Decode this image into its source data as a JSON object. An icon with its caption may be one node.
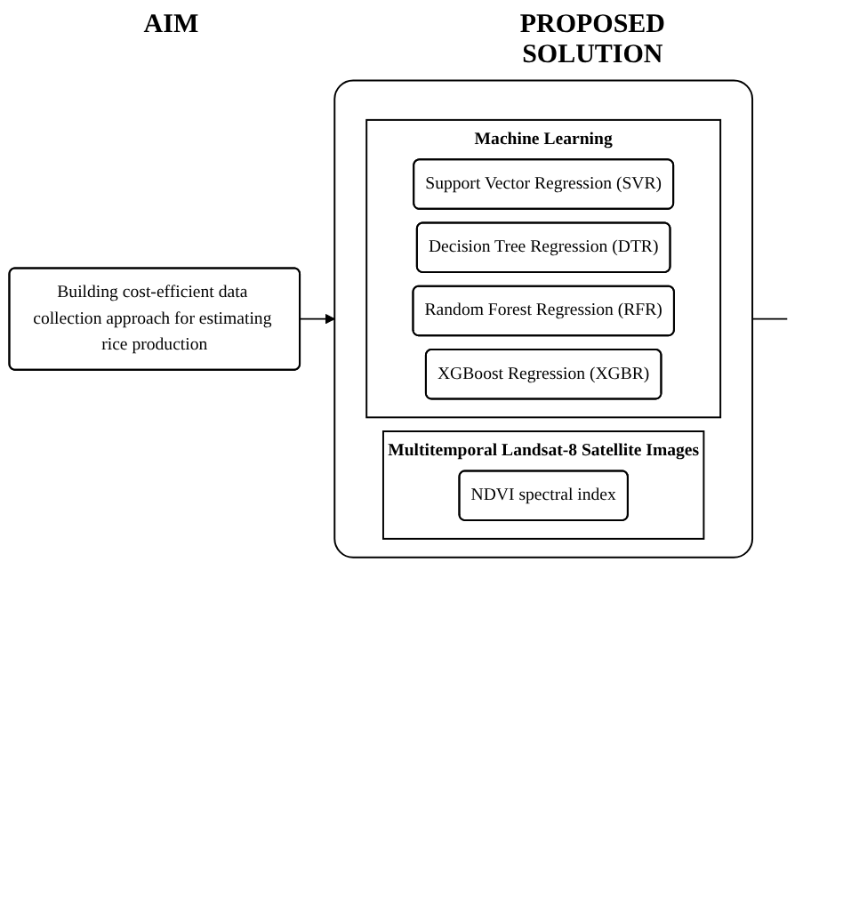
{
  "diagram": {
    "nodes": [
      {
        "text": [
          "Building cost-efficient data collection approach for estimating rice production"
        ]
      },
      {
        "text": [],
        "shape": "box"
      },
      {
        "text": [
          "Multitemporal Landsat-8 Satellite Images"
        ],
        "in": 1
      },
      {
        "text": [
          "NDVI spectral index"
        ],
        "in": 2
      },
      {
        "text": [
          "Machine Learning"
        ],
        "in": 1
      },
      {
        "text": [
          "Support Vector Regression (SVR)"
        ],
        "in": 4
      },
      {
        "text": [
          "Decision Tree Regression (DTR)"
        ],
        "in": 4
      },
      {
        "text": [
          "Random Forest Regression (RFR)"
        ],
        "in": 4
      },
      {
        "text": [
          "XGBoost Regression (XGBR)"
        ],
        "in": 4
      }
    ],
    "edges": [
      {
        "from": 0,
        "to": 1,
        "arrow": "to"
      },
      {
        "from": 1,
        "to": null,
        "arrow": "none"
      }
    ],
    "labels": [
      "AIM",
      "PROPOSED SOLUTION"
    ]
  }
}
